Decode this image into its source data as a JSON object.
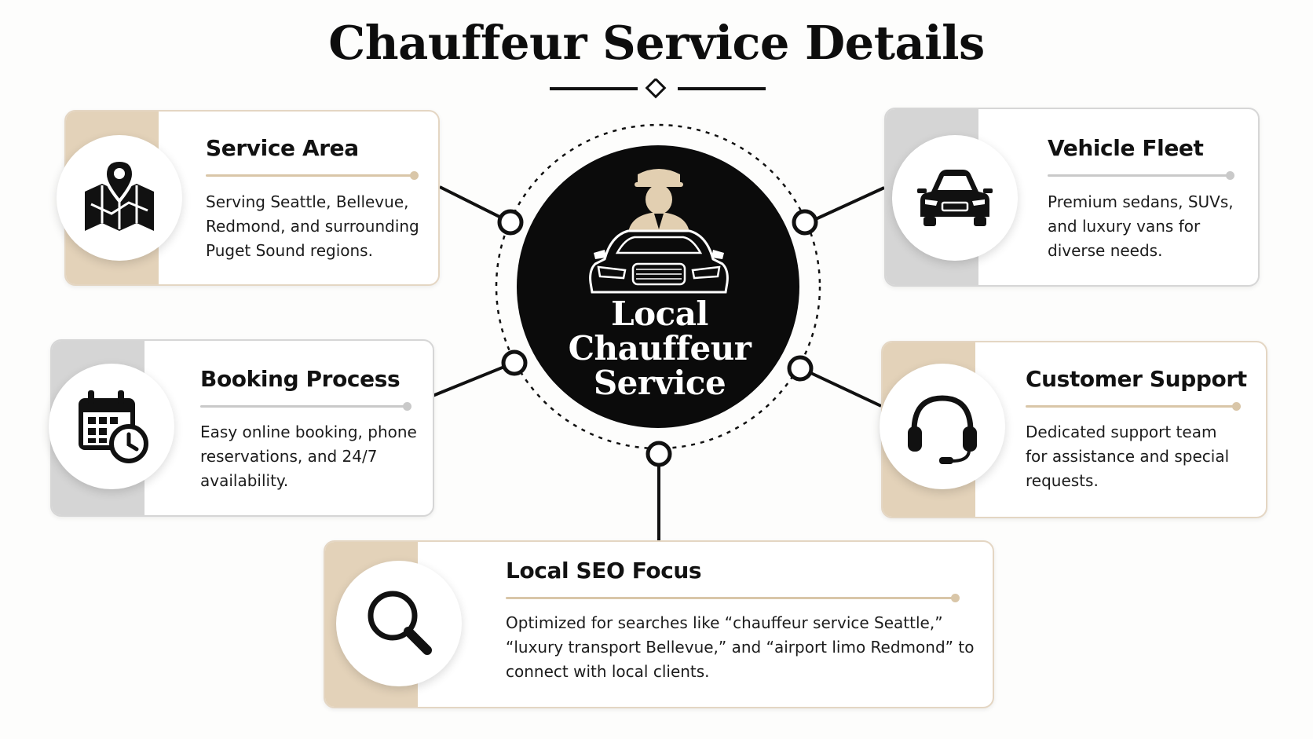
{
  "title": "Chauffeur Service Details",
  "hub": {
    "line1": "Local",
    "line2": "Chauffeur",
    "line3": "Service",
    "icon": "chauffeur-car-icon"
  },
  "cards": {
    "service_area": {
      "title": "Service Area",
      "text": "Serving Seattle, Bellevue, Redmond, and surrounding Puget Sound regions.",
      "icon": "map-pin-icon"
    },
    "vehicle_fleet": {
      "title": "Vehicle Fleet",
      "text": "Premium sedans, SUVs, and luxury vans for diverse needs.",
      "icon": "car-icon"
    },
    "booking_process": {
      "title": "Booking Process",
      "text": "Easy online booking, phone reservations, and 24/7 availability.",
      "icon": "calendar-clock-icon"
    },
    "customer_support": {
      "title": "Customer Support",
      "text": "Dedicated support team for assistance and special requests.",
      "icon": "headset-icon"
    },
    "local_seo": {
      "title": "Local SEO Focus",
      "text": "Optimized for searches like “chauffeur service Seattle,” “luxury transport Bellevue,” and “airport limo Redmond” to connect with local clients.",
      "icon": "magnifier-icon"
    }
  },
  "colors": {
    "accent_tan": "#e3d2b9",
    "accent_gray": "#d5d5d5",
    "hub": "#0b0b0b",
    "text": "#151515"
  }
}
